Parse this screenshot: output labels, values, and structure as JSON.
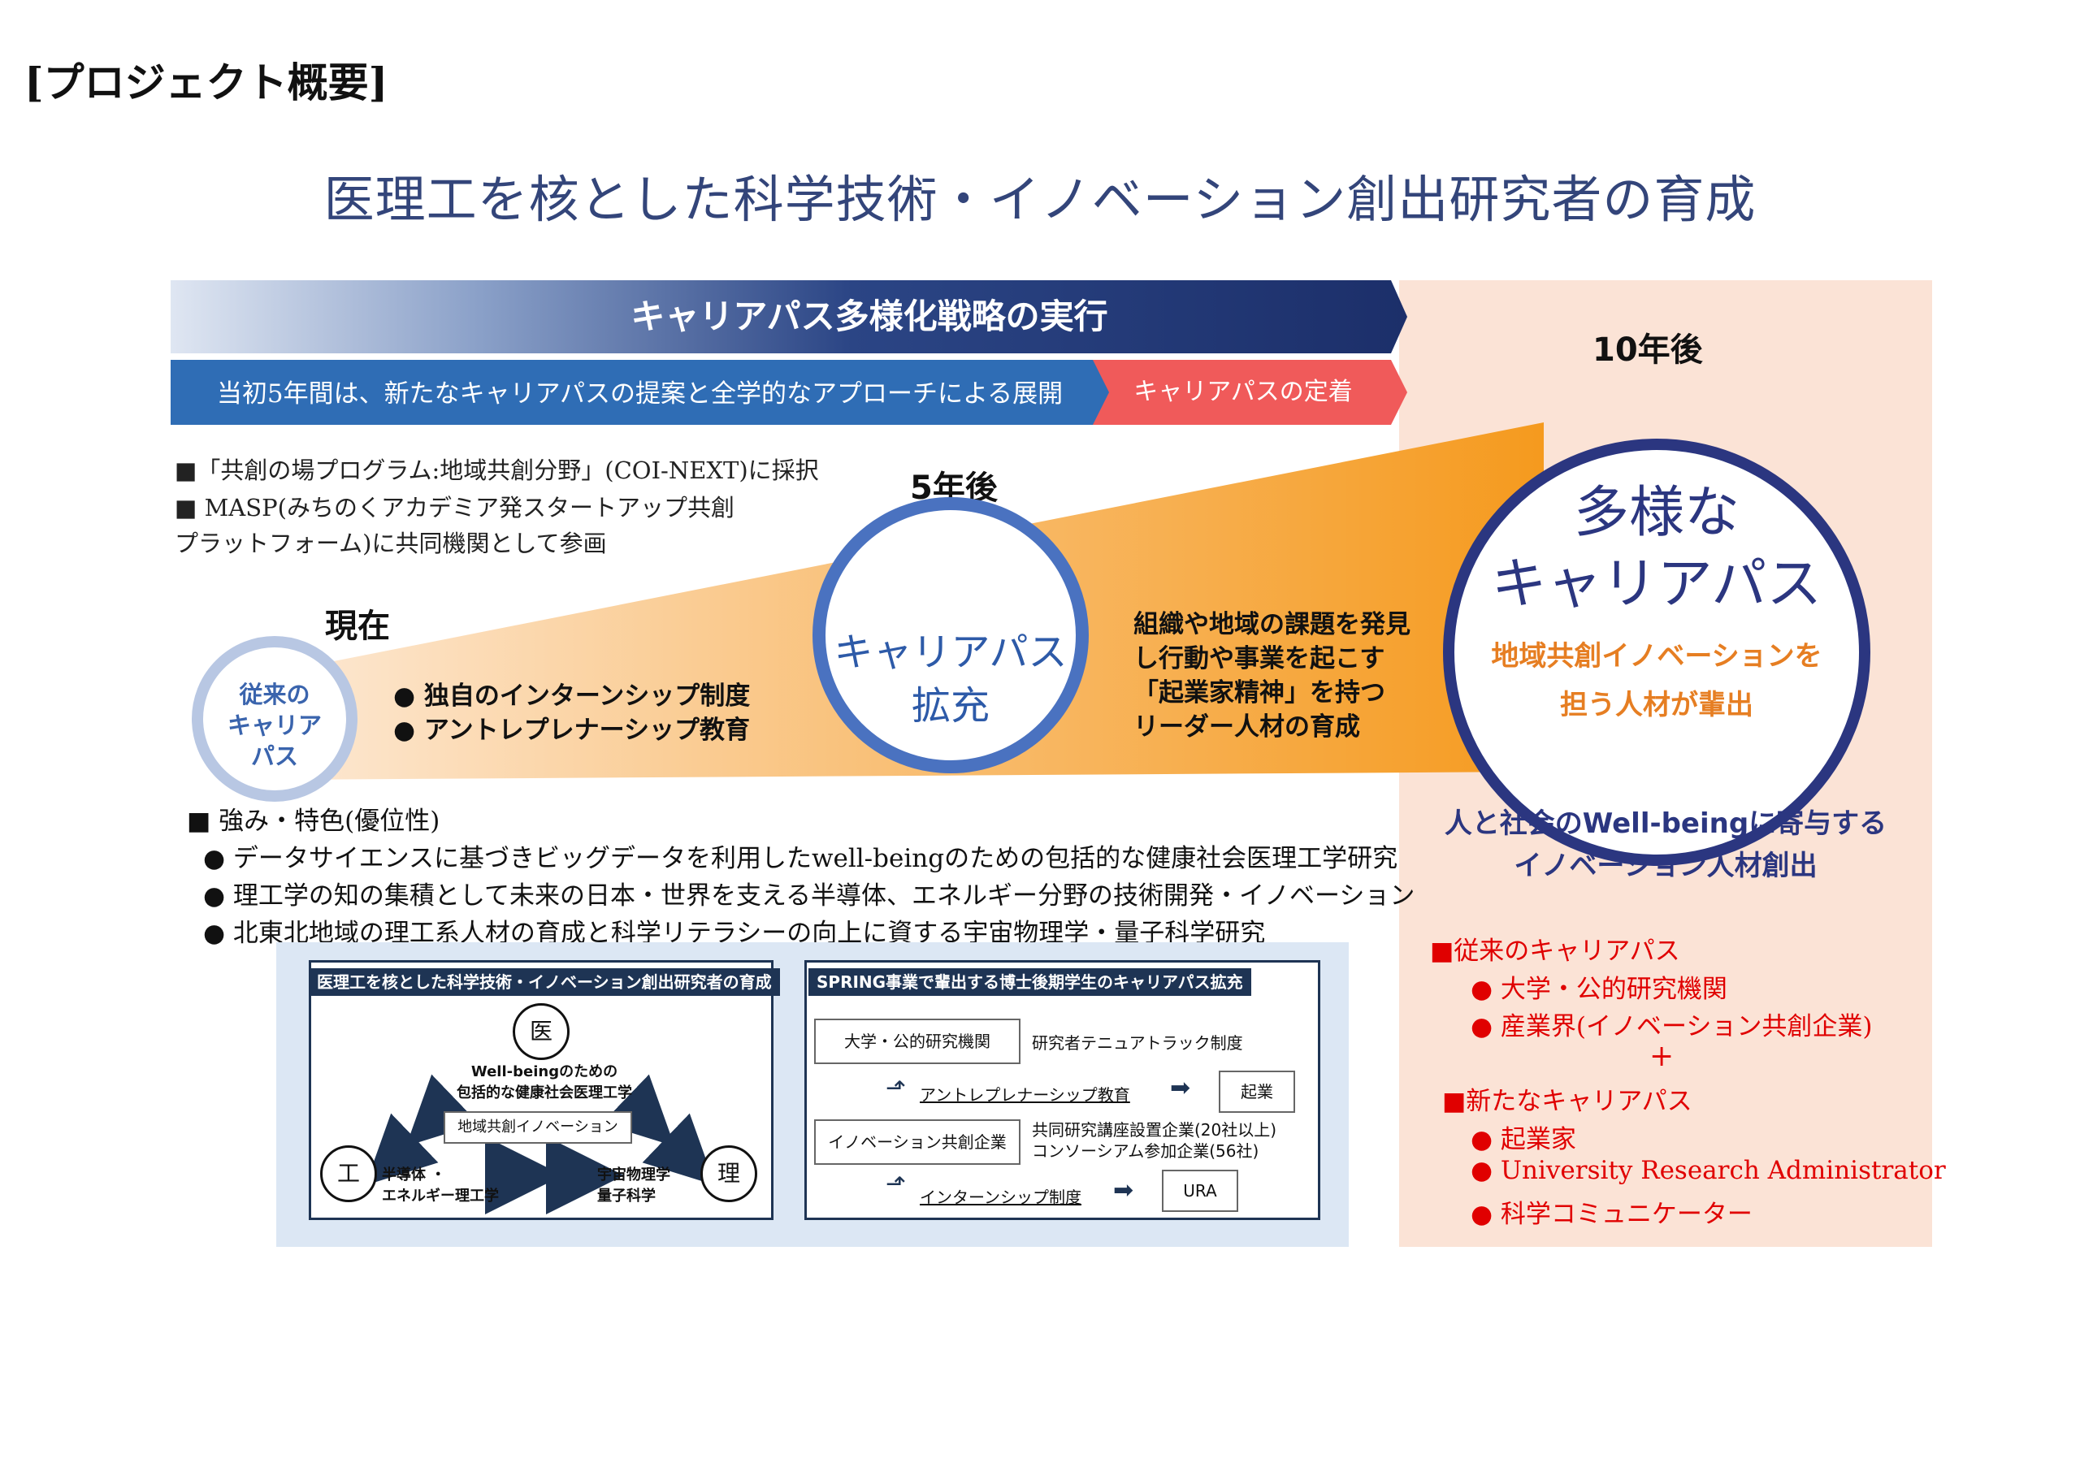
{
  "heading": "[プロジェクト概要]",
  "main_title": "医理工を核とした科学技術・イノベーション創出研究者の育成",
  "banner": {
    "main": "キャリアパス多様化戦略の実行",
    "sub_left": "当初5年間は、新たなキャリアパスの提案と全学的なアプローチによる展開",
    "sub_right": "キャリアパスの定着"
  },
  "notes": [
    "■「共創の場プログラム:地域共創分野」(COI-NEXT)に採択",
    "■ MASP(みちのくアカデミア発スタートアップ共創",
    "プラットフォーム)に共同機関として参画"
  ],
  "stages": {
    "now": "現在",
    "five": "5年後",
    "ten": "10年後"
  },
  "circles": {
    "small": [
      "従来の",
      "キャリア",
      "パス"
    ],
    "mid": [
      "キャリアパス",
      "拡充"
    ],
    "big_title": [
      "多様な",
      "キャリアパス"
    ],
    "big_sub": [
      "地域共創イノベーションを",
      "担う人材が輩出"
    ]
  },
  "now_bullets": [
    "● 独自のインターンシップ制度",
    "● アントレプレナーシップ教育"
  ],
  "orange_text": [
    "組織や地域の課題を発見",
    "し行動や事業を起こす",
    "「起業家精神」を持つ",
    "リーダー人材の育成"
  ],
  "wellbeing": [
    "人と社会のWell-beingに寄与する",
    "イノベーション人材創出"
  ],
  "strengths": {
    "title": "■ 強み・特色(優位性)",
    "items": [
      "● データサイエンスに基づきビッグデータを利用したwell-beingのための包括的な健康社会医理工学研究",
      "● 理工学の知の集積として未来の日本・世界を支える半導体、エネルギー分野の技術開発・イノベーション",
      "● 北東北地域の理工系人材の育成と科学リテラシーの向上に資する宇宙物理学・量子科学研究"
    ]
  },
  "career_paths": {
    "conventional_title": "■従来のキャリアパス",
    "conventional": [
      "● 大学・公的研究機関",
      "● 産業界(イノベーション共創企業)"
    ],
    "plus": "+",
    "new_title": "■新たなキャリアパス",
    "new": [
      "● 起業家",
      "● University Research Administrator",
      "● 科学コミュニケーター"
    ]
  },
  "left_box": {
    "header": "医理工を核とした科学技術・イノベーション創出研究者の育成",
    "node_med": "医",
    "node_eng": "工",
    "node_sci": "理",
    "center_line1": "Well-beingのための",
    "center_line2": "包括的な健康社会医理工学",
    "innovation": "地域共創イノベーション",
    "eng_label1": "半導体 ・",
    "eng_label2": "エネルギー理工学",
    "sci_label1": "宇宙物理学",
    "sci_label2": "量子科学"
  },
  "right_box": {
    "header": "SPRING事業で輩出する博士後期学生のキャリアパス拡充",
    "univ": "大学・公的研究機関",
    "tenure": "研究者テニュアトラック制度",
    "entre": "アントレプレナーシップ教育",
    "startup": "起業",
    "company": "イノベーション共創企業",
    "joint1": "共同研究講座設置企業(20社以上)",
    "joint2": "コンソーシアム参加企業(56社)",
    "intern": "インターンシップ制度",
    "ura": "URA"
  },
  "colors": {
    "navy": "#2b3680",
    "blue": "#2f6db5",
    "red": "#f05a5a",
    "orange": "#f5a030",
    "peach": "#fbe3d6"
  }
}
